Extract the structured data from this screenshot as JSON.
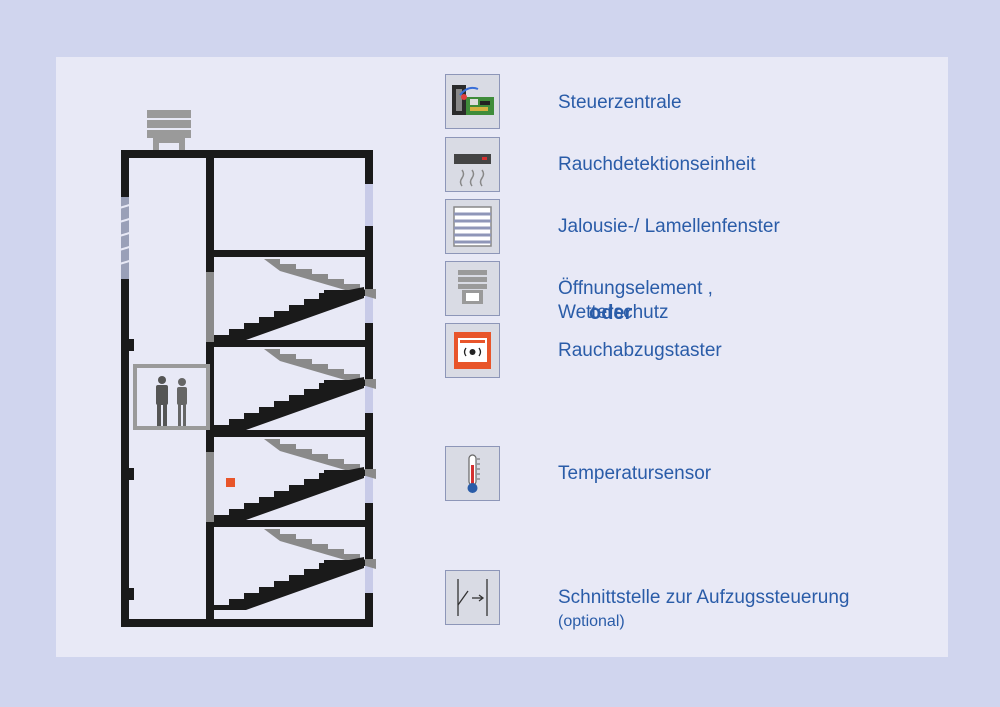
{
  "legend": {
    "items": [
      {
        "key": "steuerzentrale",
        "label": "Steuerzentrale"
      },
      {
        "key": "rauchdetektion",
        "label": "Rauchdetektionseinheit"
      },
      {
        "key": "jalousie",
        "label": "Jalousie-/ Lamellenfenster"
      },
      {
        "key": "oeffnung",
        "label": "Öffnungselement ,",
        "label2": "Wetterschutz"
      },
      {
        "key": "rauchabzug",
        "label": "Rauchabzugstaster"
      },
      {
        "key": "temperatur",
        "label": "Temperatursensor"
      },
      {
        "key": "schnittstelle",
        "label": "Schnittstelle zur Aufzugssteuerung",
        "sub": "(optional)"
      }
    ],
    "separator": "oder"
  },
  "icons": {
    "steuerzentrale": "control-unit-icon",
    "rauchdetektion": "smoke-detector-icon",
    "jalousie": "louvre-window-icon",
    "oeffnung": "roof-vent-icon",
    "rauchabzug": "smoke-vent-button-icon",
    "temperatur": "thermometer-icon",
    "schnittstelle": "elevator-interface-switch-icon"
  },
  "colors": {
    "page_background": "#d0d5ee",
    "panel_background": "#e8e9f6",
    "text_blue": "#2a5ca8",
    "wall_black": "#1a1a1a",
    "stair_grey": "#8a8a8a",
    "button_red": "#e8552a"
  }
}
